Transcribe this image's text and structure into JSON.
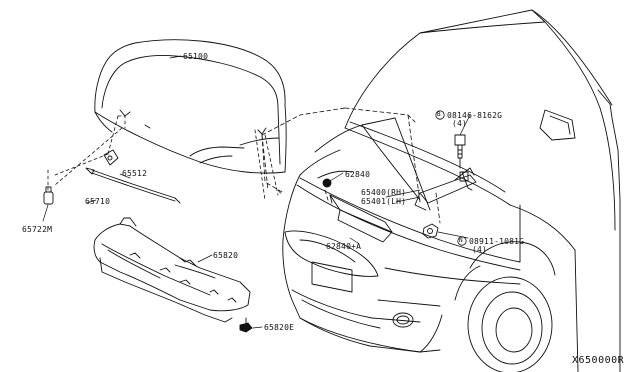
{
  "diagram": {
    "colors": {
      "ink": "#111111",
      "background": "#ffffff"
    },
    "parts": [
      {
        "key": "hood",
        "label": "65100"
      },
      {
        "key": "hinge",
        "label": "65512"
      },
      {
        "key": "stay_rod",
        "label": "65710"
      },
      {
        "key": "insulator",
        "label": "65820"
      },
      {
        "key": "clip",
        "label": "65820E"
      },
      {
        "key": "bumper",
        "label": "65722M"
      },
      {
        "key": "bolt",
        "label": "08146-8162G"
      },
      {
        "key": "bolt_qty",
        "label": "(4)"
      },
      {
        "key": "grommet",
        "label": "62840"
      },
      {
        "key": "hinge_rh",
        "label": "65400(RH)"
      },
      {
        "key": "hinge_lh",
        "label": "65401(LH)"
      },
      {
        "key": "grommet_a",
        "label": "62840+A"
      },
      {
        "key": "nut",
        "label": "08911-1081G"
      },
      {
        "key": "nut_qty",
        "label": "(4)"
      }
    ],
    "reference": "X650000R"
  }
}
